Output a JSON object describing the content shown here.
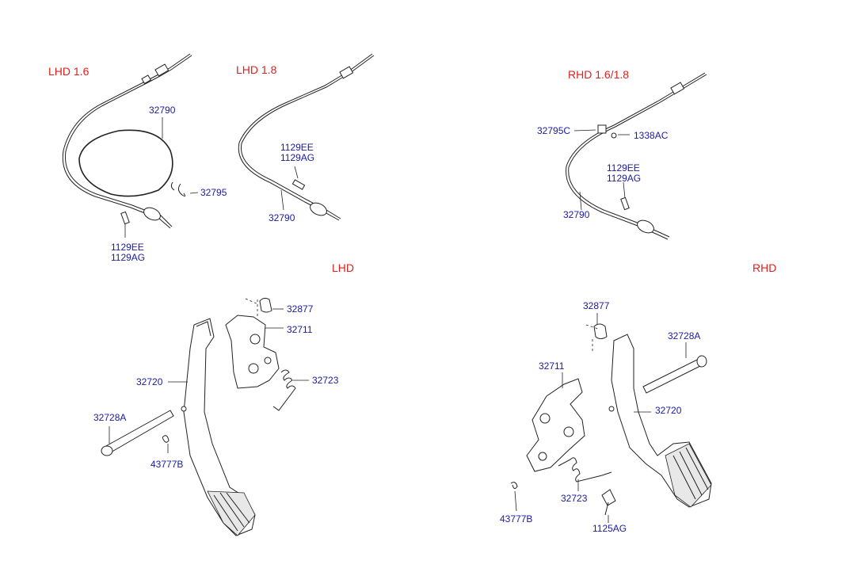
{
  "sections": {
    "lhd_16": "LHD 1.6",
    "lhd_18": "LHD 1.8",
    "rhd_1618": "RHD 1.6/1.8",
    "lhd": "LHD",
    "rhd": "RHD"
  },
  "parts": {
    "p32790_a": "32790",
    "p32795": "32795",
    "p1129ee_a": "1129EE",
    "p1129ag_a": "1129AG",
    "p1129ee_b": "1129EE",
    "p1129ag_b": "1129AG",
    "p32790_b": "32790",
    "p32795c": "32795C",
    "p1338ac": "1338AC",
    "p1129ee_c": "1129EE",
    "p1129ag_c": "1129AG",
    "p32790_c": "32790",
    "p32877_l": "32877",
    "p32711_l": "32711",
    "p32723_l": "32723",
    "p32720_l": "32720",
    "p32728a_l": "32728A",
    "p43777b_l": "43777B",
    "p32877_r": "32877",
    "p32728a_r": "32728A",
    "p32711_r": "32711",
    "p32720_r": "32720",
    "p32723_r": "32723",
    "p43777b_r": "43777B",
    "p1125ag": "1125AG"
  },
  "colors": {
    "part_label": "#1a1aa0",
    "section_label": "#e0201c",
    "line": "#222222"
  }
}
